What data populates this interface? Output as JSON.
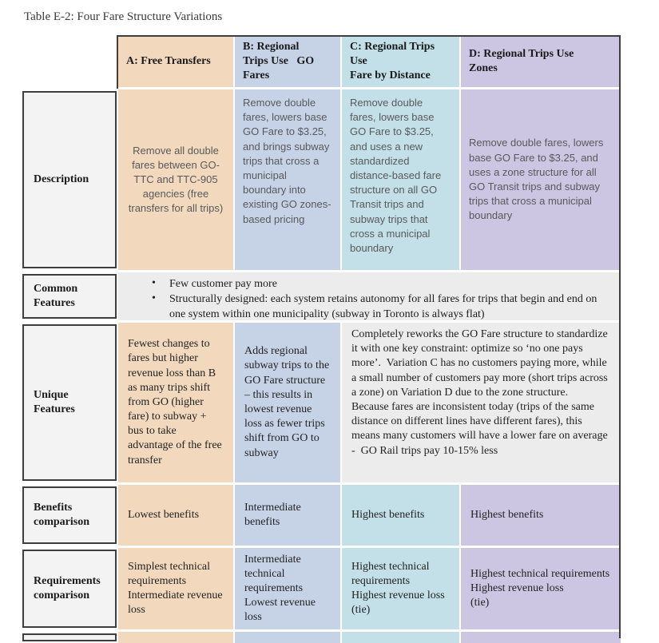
{
  "title": "Table E-2: Four Fare Structure Variations",
  "colors": {
    "column_a": "#F2D9BD",
    "column_b": "#C6D3E6",
    "column_c": "#C3E0E8",
    "column_d": "#CCC6E3",
    "label_background": "#F3F3F3",
    "merged_background": "#ECECEC",
    "grid_rule": "#3E3E3E",
    "description_text": "#58595B",
    "body_text": "#1A1A1A"
  },
  "table": {
    "columns": [
      {
        "id": "A",
        "label": "A: Free Transfers"
      },
      {
        "id": "B",
        "label": "B: Regional\nTrips Use   GO\nFares"
      },
      {
        "id": "C",
        "label": "C: Regional Trips\nUse\nFare by Distance"
      },
      {
        "id": "D",
        "label": "D: Regional Trips Use\nZones"
      }
    ],
    "rows": {
      "description": {
        "label": "Description",
        "a": "Remove all double fares between GO-TTC and TTC-905 agencies (free transfers for all trips)",
        "b": "Remove double fares, lowers base GO Fare to $3.25, and brings subway trips that cross a municipal boundary into existing GO zones-based pricing",
        "c": "Remove double fares, lowers base GO Fare to $3.25, and uses a new standardized distance-based fare structure on all GO Transit trips and subway trips that cross a municipal boundary",
        "d": "Remove double fares, lowers base GO Fare to $3.25, and uses a zone structure for all GO Transit trips and subway trips that cross a municipal boundary"
      },
      "common_features": {
        "label": "Common Features",
        "bullets": [
          "Few customer pay more",
          "Structurally designed: each system retains autonomy for all fares for trips that begin and end on one system within one municipality (subway in Toronto is always flat)"
        ]
      },
      "unique_features": {
        "label": "Unique Features",
        "a": "Fewest changes to fares but higher revenue loss than B as many trips shift from GO (higher fare) to subway + bus to take advantage of the free transfer",
        "b": "Adds regional subway trips to the GO Fare structure – this results in lowest revenue loss as fewer trips shift from GO to subway",
        "cd": "Completely reworks the GO Fare structure to standardize it with one key constraint: optimize so ‘no one pays more’.  Variation C has no customers paying more, while a small number of customers pay more (short trips across a zone) on Variation D due to the zone structure.\nBecause fares are inconsistent today (trips of the same distance on different lines have different fares), this means many customers will have a lower fare on average -  GO Rail trips pay 10-15% less"
      },
      "benefits": {
        "label": "Benefits comparison",
        "a": "Lowest benefits",
        "b": "Intermediate benefits",
        "c": "Highest benefits",
        "d": "Highest benefits"
      },
      "requirements": {
        "label": "Requirements comparison",
        "a": "Simplest technical requirements\nIntermediate revenue loss",
        "b": "Intermediate technical requirements\nLowest revenue loss",
        "c": "Highest technical requirements\nHighest revenue loss\n(tie)",
        "d": "Highest technical requirements\nHighest revenue loss\n(tie)"
      }
    }
  }
}
